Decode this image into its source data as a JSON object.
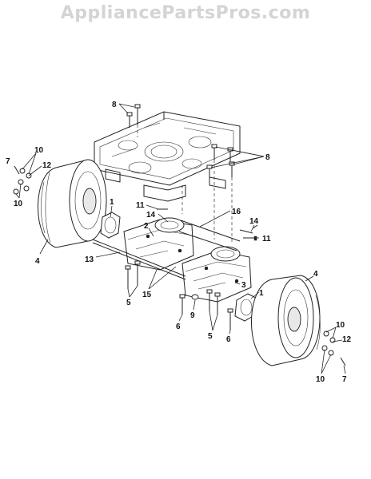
{
  "watermark": "AppliancePartsPros.com",
  "callouts": [
    {
      "id": "c8a",
      "text": "8"
    },
    {
      "id": "c8b",
      "text": "8"
    },
    {
      "id": "c7a",
      "text": "7"
    },
    {
      "id": "c10a",
      "text": "10"
    },
    {
      "id": "c12a",
      "text": "12"
    },
    {
      "id": "c10b",
      "text": "10"
    },
    {
      "id": "c1a",
      "text": "1"
    },
    {
      "id": "c11a",
      "text": "11"
    },
    {
      "id": "c14a",
      "text": "14"
    },
    {
      "id": "c16",
      "text": "16"
    },
    {
      "id": "c14b",
      "text": "14"
    },
    {
      "id": "c11b",
      "text": "11"
    },
    {
      "id": "c2",
      "text": "2"
    },
    {
      "id": "c4a",
      "text": "4"
    },
    {
      "id": "c13",
      "text": "13"
    },
    {
      "id": "c15",
      "text": "15"
    },
    {
      "id": "c5a",
      "text": "5"
    },
    {
      "id": "c3",
      "text": "3"
    },
    {
      "id": "c4b",
      "text": "4"
    },
    {
      "id": "c1b",
      "text": "1"
    },
    {
      "id": "c9",
      "text": "9"
    },
    {
      "id": "c6a",
      "text": "6"
    },
    {
      "id": "c5b",
      "text": "5"
    },
    {
      "id": "c6b",
      "text": "6"
    },
    {
      "id": "c10c",
      "text": "10"
    },
    {
      "id": "c12b",
      "text": "12"
    },
    {
      "id": "c10d",
      "text": "10"
    },
    {
      "id": "c7b",
      "text": "7"
    }
  ]
}
